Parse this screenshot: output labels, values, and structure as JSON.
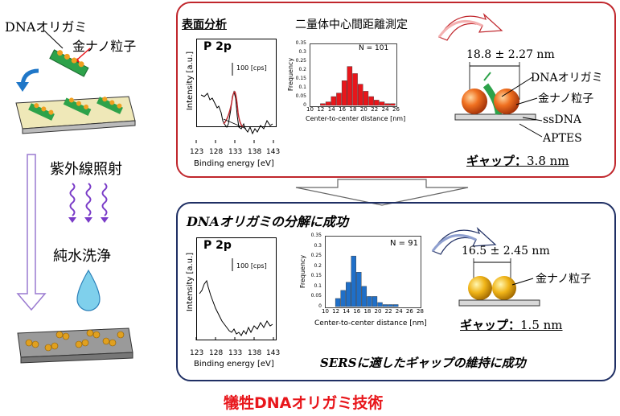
{
  "process": {
    "label_oligo": "DNAオリガミ",
    "label_gold": "金ナノ粒子",
    "label_uv": "紫外線照射",
    "label_wash": "純水洗浄"
  },
  "top_panel": {
    "section_title": "表面分析",
    "hist_title": "二量体中心間距離測定",
    "xps": {
      "title": "P 2p",
      "scale_label": "100 [cps]",
      "y_label": "Intensity [a.u.]",
      "x_label": "Binding energy [eV]",
      "x_ticks": [
        "123",
        "128",
        "133",
        "138",
        "143"
      ]
    },
    "hist": {
      "n_label": "N = 101",
      "y_label": "Frequency",
      "x_label": "Center-to-center distance [nm]",
      "x_ticks": [
        "10",
        "12",
        "14",
        "16",
        "18",
        "20",
        "22",
        "24",
        "26"
      ],
      "y_ticks": [
        "0",
        "0.05",
        "0.1",
        "0.15",
        "0.2",
        "0.25",
        "0.3",
        "0.35"
      ]
    },
    "measure": "18.8 ± 2.27 nm",
    "label_oligo": "DNAオリガミ",
    "label_gold": "金ナノ粒子",
    "label_ssdna": "ssDNA",
    "label_aptes": "APTES",
    "gap_label": "ギャップ：",
    "gap_value": "3.8 nm"
  },
  "bottom_panel": {
    "heading": "DNAオリガミの分解に成功",
    "footer": "SERSに適したギャップの維持に成功",
    "xps": {
      "title": "P 2p",
      "scale_label": "100 [cps]",
      "y_label": "Intensity [a.u.]",
      "x_label": "Binding energy [eV]",
      "x_ticks": [
        "123",
        "128",
        "133",
        "138",
        "143"
      ]
    },
    "hist": {
      "n_label": "N = 91",
      "y_label": "Frequency",
      "x_label": "Center-to-center distance [nm]",
      "x_ticks": [
        "10",
        "12",
        "14",
        "16",
        "18",
        "20",
        "22",
        "24",
        "26",
        "28"
      ],
      "y_ticks": [
        "0",
        "0.05",
        "0.1",
        "0.15",
        "0.2",
        "0.25",
        "0.3",
        "0.35"
      ]
    },
    "measure": "16.5 ± 2.45 nm",
    "label_gold": "金ナノ粒子",
    "gap_label": "ギャップ：",
    "gap_value": "1.5 nm"
  },
  "caption": "犠牲DNAオリガミ技術",
  "colors": {
    "red_border": "#c0262c",
    "navy_border": "#1f2f64",
    "red_bar": "#e8161b",
    "blue_bar": "#1f6fc8",
    "caption": "#e8161b"
  },
  "chart_data": [
    {
      "type": "bar",
      "title": "",
      "xlabel": "Center-to-center distance [nm]",
      "ylabel": "Frequency",
      "x_range": [
        10,
        26
      ],
      "ylim": [
        0,
        0.35
      ],
      "bin_width": 1,
      "bins_start": [
        12,
        13,
        14,
        15,
        16,
        17,
        18,
        19,
        20,
        21,
        22,
        23,
        24,
        25
      ],
      "values": [
        0.01,
        0.02,
        0.05,
        0.07,
        0.14,
        0.22,
        0.18,
        0.12,
        0.08,
        0.05,
        0.03,
        0.02,
        0.01,
        0.01
      ]
    },
    {
      "type": "bar",
      "title": "",
      "xlabel": "Center-to-center distance [nm]",
      "ylabel": "Frequency",
      "x_range": [
        10,
        28
      ],
      "ylim": [
        0,
        0.35
      ],
      "bin_width": 1,
      "bins_start": [
        12,
        13,
        14,
        15,
        16,
        17,
        18,
        19,
        20,
        21,
        22,
        23
      ],
      "values": [
        0.04,
        0.08,
        0.12,
        0.25,
        0.17,
        0.1,
        0.05,
        0.05,
        0.02,
        0.01,
        0.01,
        0.01
      ]
    }
  ]
}
